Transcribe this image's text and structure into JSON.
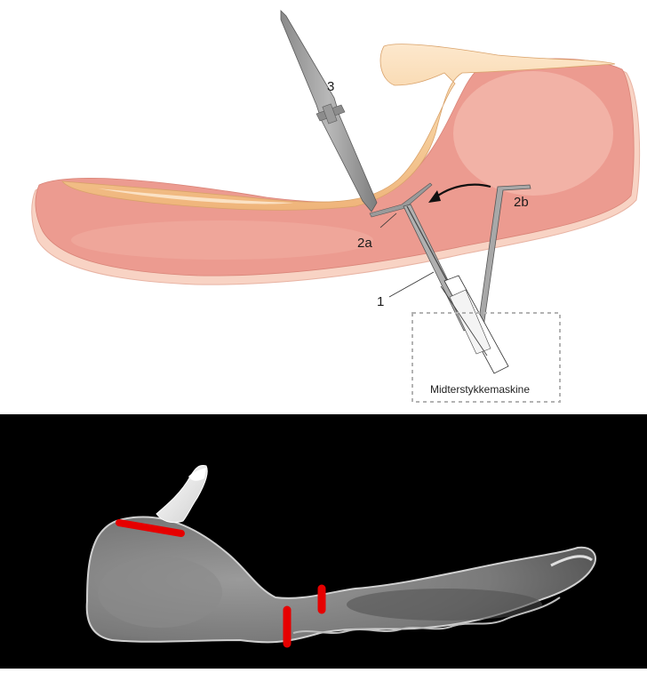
{
  "illustration": {
    "labels": {
      "knife": "3",
      "blade_a": "2a",
      "blade_b": "2b",
      "rod": "1",
      "machine": "Midterstykkemaskine"
    },
    "colors": {
      "skin": "#f8d3c4",
      "flesh": "#ec9b90",
      "flesh_highlight": "#f6c2b6",
      "bone": "#f3c28e",
      "bone_highlight": "#fde8cd",
      "knife": "#a0a0a0",
      "machine_border": "#b3b3b3"
    }
  },
  "scan": {
    "background": "#000000",
    "marker_color": "#e60000"
  }
}
